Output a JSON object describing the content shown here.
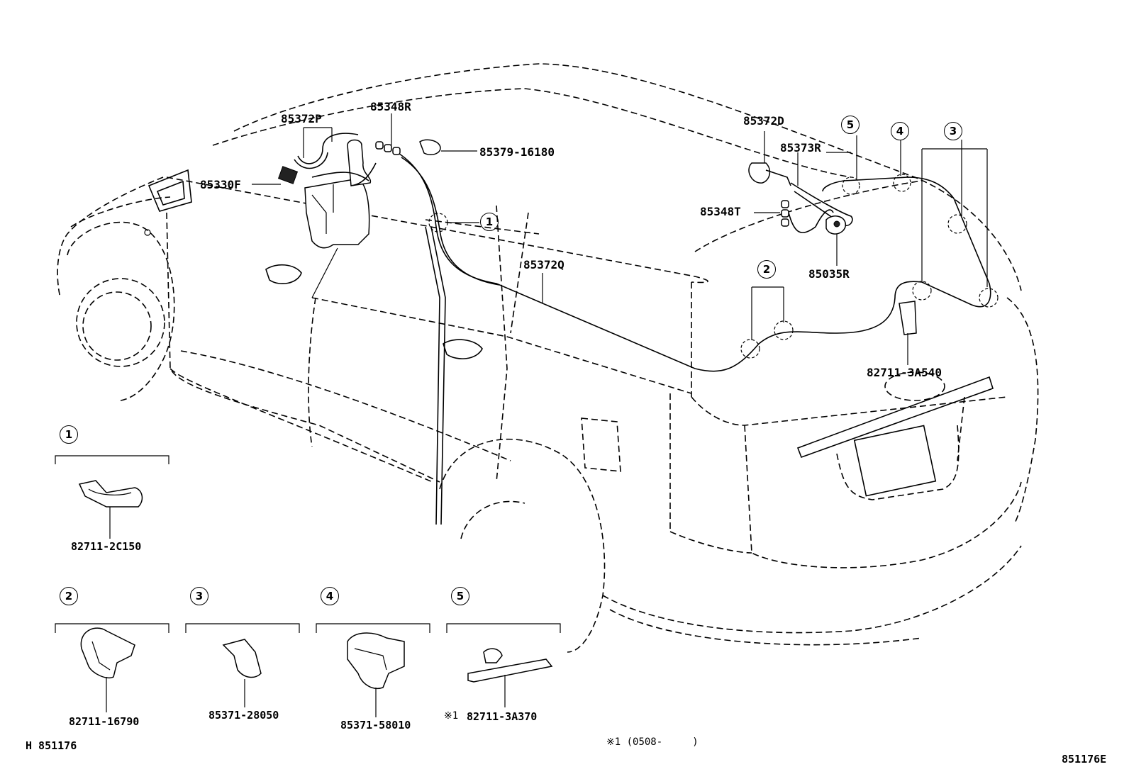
{
  "diagram_ref": "H 851176",
  "figure_code": "851176E",
  "footnote": "※1 (0508-     )",
  "asterisk_mark": "※1",
  "parts": {
    "p85372P": "85372P",
    "p85348R": "85348R",
    "p85379": "85379-16180",
    "p85330F": "85330F",
    "p85372Q": "85372Q",
    "p85372D": "85372D",
    "p85373R": "85373R",
    "p85348T": "85348T",
    "p85035R": "85035R",
    "p827113A540": "82711-3A540"
  },
  "callouts": [
    "1",
    "2",
    "3",
    "4",
    "5"
  ],
  "detail_parts": [
    {
      "index": "1",
      "part_no": "82711-2C150"
    },
    {
      "index": "2",
      "part_no": "82711-16790"
    },
    {
      "index": "3",
      "part_no": "85371-28050"
    },
    {
      "index": "4",
      "part_no": "85371-58010"
    },
    {
      "index": "5",
      "part_no": "82711-3A370"
    }
  ]
}
